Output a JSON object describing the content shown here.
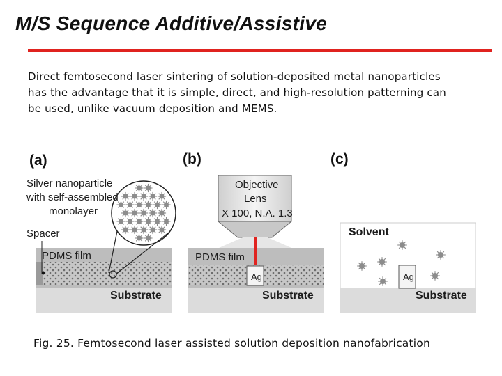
{
  "slide": {
    "title": "M/S Sequence Additive/Assistive",
    "intro_lines": [
      "Direct femtosecond laser sintering of solution-deposited metal nanoparticles",
      "has the advantage that it is simple, direct, and high-resolution patterning can",
      "be used, unlike vacuum deposition and MEMS."
    ],
    "caption": "Fig. 25. Femtosecond laser assisted solution deposition nanofabrication"
  },
  "figure": {
    "panel_a": {
      "tag": "(a)",
      "np_label": [
        "Silver nanoparticle",
        "with self-assembled",
        "monolayer"
      ],
      "spacer": "Spacer",
      "pdms": "PDMS film",
      "substrate": "Substrate"
    },
    "panel_b": {
      "tag": "(b)",
      "lens_label": [
        "Objective",
        "Lens",
        "X 100, N.A. 1.3"
      ],
      "pdms": "PDMS film",
      "ag": "Ag",
      "substrate": "Substrate"
    },
    "panel_c": {
      "tag": "(c)",
      "solvent": "Solvent",
      "ag": "Ag",
      "substrate": "Substrate"
    },
    "colors": {
      "substrate": "#dcdcdc",
      "film": "#bdbdbd",
      "band": "#cccccc",
      "laser": "#e0231f",
      "accent": "#e0231f",
      "particle": "#8c8c8c"
    }
  }
}
